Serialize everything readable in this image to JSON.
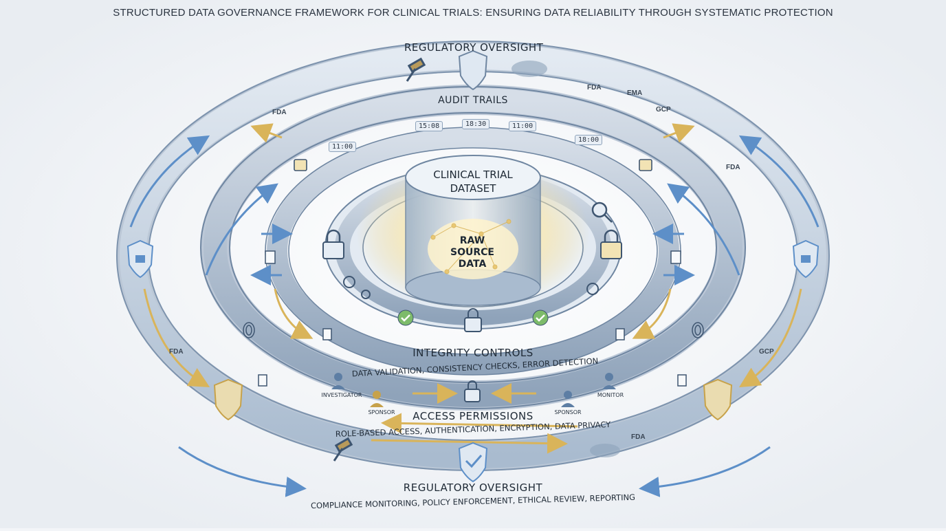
{
  "title": "STRUCTURED DATA GOVERNANCE FRAMEWORK FOR CLINICAL TRIALS: ENSURING DATA RELIABILITY THROUGH SYSTEMATIC PROTECTION",
  "core": {
    "title_line1": "CLINICAL TRIAL",
    "title_line2": "DATASET",
    "inner_line1": "RAW",
    "inner_line2": "SOURCE",
    "inner_line3": "DATA"
  },
  "layers": {
    "regulatory_top": "REGULATORY OVERSIGHT",
    "audit": "AUDIT TRAILS",
    "integrity": "INTEGRITY CONTROLS",
    "integrity_desc": "DATA VALIDATION, CONSISTENCY CHECKS, ERROR DETECTION",
    "access": "ACCESS PERMISSIONS",
    "access_desc": "ROLE-BASED ACCESS, AUTHENTICATION, ENCRYPTION, DATA PRIVACY",
    "regulatory_bottom": "REGULATORY OVERSIGHT",
    "regulatory_desc": "COMPLIANCE MONITORING, POLICY ENFORCEMENT, ETHICAL REVIEW, REPORTING"
  },
  "roles": [
    "INVESTIGATOR",
    "SPONSOR",
    "SPONSOR",
    "MONITOR"
  ],
  "timestamps": [
    "11:00",
    "15:08",
    "18:30",
    "11:00",
    "18:00"
  ],
  "badges": [
    "FDA",
    "FDA",
    "EMA",
    "GCP",
    "FDA",
    "GCP",
    "FDA",
    "FDA"
  ],
  "colors": {
    "ring": "#c9d5e2",
    "ring_edge": "#7d93ad",
    "accent_blue": "#5d8fc8",
    "accent_gold": "#d9b45a",
    "glow": "#fff2c6"
  }
}
